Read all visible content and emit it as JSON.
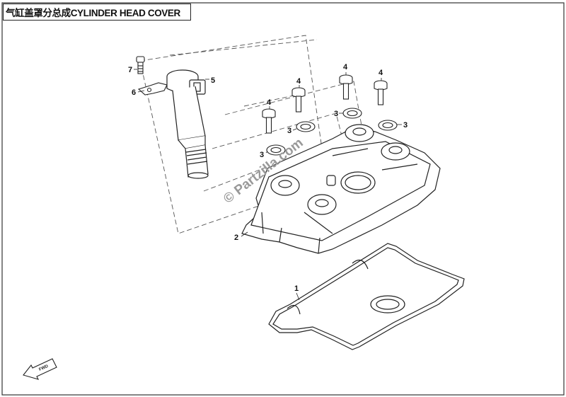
{
  "title": "气缸盖罩分总成CYLINDER HEAD COVER",
  "watermark": "© Partzilla.com",
  "fwd_label": "FWD",
  "callouts": [
    {
      "id": "1",
      "part": "gasket"
    },
    {
      "id": "2",
      "part": "cylinder-head-cover"
    },
    {
      "id": "3",
      "part": "seal-washer"
    },
    {
      "id": "3",
      "part": "seal-washer"
    },
    {
      "id": "3",
      "part": "seal-washer"
    },
    {
      "id": "3",
      "part": "seal-washer"
    },
    {
      "id": "4",
      "part": "bolt"
    },
    {
      "id": "4",
      "part": "bolt"
    },
    {
      "id": "4",
      "part": "bolt"
    },
    {
      "id": "4",
      "part": "bolt"
    },
    {
      "id": "5",
      "part": "ignition-coil"
    },
    {
      "id": "6",
      "part": "bracket"
    },
    {
      "id": "7",
      "part": "bolt-small"
    }
  ]
}
